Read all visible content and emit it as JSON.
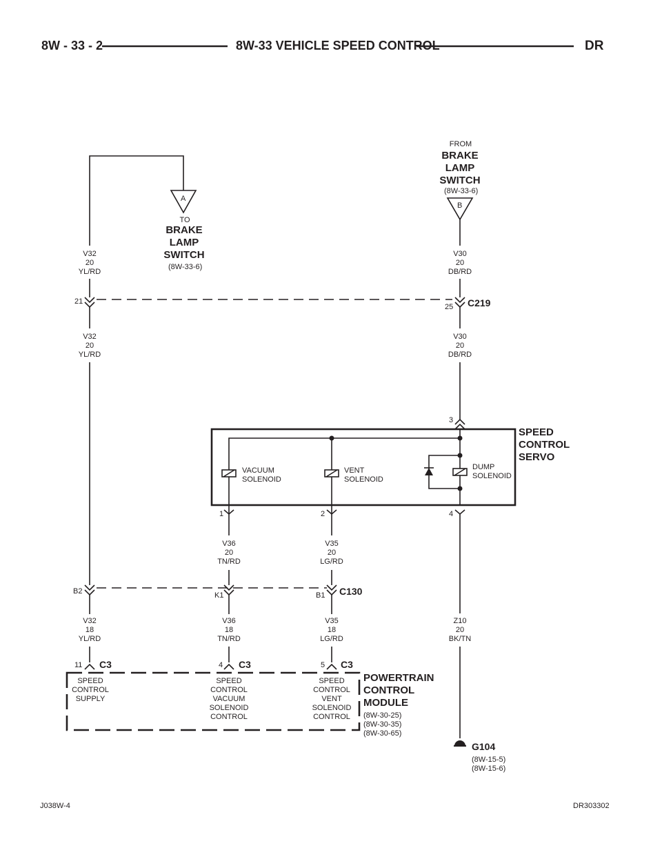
{
  "header": {
    "page_number": "8W - 33 - 2",
    "title": "8W-33 VEHICLE SPEED CONTROL",
    "brand_code": "DR"
  },
  "footer": {
    "left_code": "J038W-4",
    "right_code": "DR303302"
  },
  "brake_lamp_switch_to": {
    "connector": "A",
    "prefix": "TO",
    "name": [
      "BRAKE",
      "LAMP",
      "SWITCH"
    ],
    "ref": "(8W-33-6)"
  },
  "brake_lamp_switch_from": {
    "connector": "B",
    "prefix": "FROM",
    "name": [
      "BRAKE",
      "LAMP",
      "SWITCH"
    ],
    "ref": "(8W-33-6)"
  },
  "wires": {
    "v32_top": [
      "V32",
      "20",
      "YL/RD"
    ],
    "v32_mid": [
      "V32",
      "20",
      "YL/RD"
    ],
    "v32_bot": [
      "V32",
      "18",
      "YL/RD"
    ],
    "v30_top": [
      "V30",
      "20",
      "DB/RD"
    ],
    "v30_mid": [
      "V30",
      "20",
      "DB/RD"
    ],
    "v36_mid": [
      "V36",
      "20",
      "TN/RD"
    ],
    "v36_bot": [
      "V36",
      "18",
      "TN/RD"
    ],
    "v35_mid": [
      "V35",
      "20",
      "LG/RD"
    ],
    "v35_bot": [
      "V35",
      "18",
      "LG/RD"
    ],
    "z10": [
      "Z10",
      "20",
      "BK/TN"
    ]
  },
  "connectors": {
    "c219": {
      "name": "C219",
      "pin_left": "21",
      "pin_right": "25"
    },
    "c130": {
      "name": "C130",
      "pin_b2": "B2",
      "pin_k1": "K1",
      "pin_b1": "B1"
    },
    "c3": {
      "name": "C3",
      "pin_11": "11",
      "pin_4": "4",
      "pin_5": "5"
    }
  },
  "servo": {
    "name": [
      "SPEED",
      "CONTROL",
      "SERVO"
    ],
    "pin_top": "3",
    "pin_1": "1",
    "pin_2": "2",
    "pin_4": "4",
    "vacuum_solenoid": [
      "VACUUM",
      "SOLENOID"
    ],
    "vent_solenoid": [
      "VENT",
      "SOLENOID"
    ],
    "dump_solenoid": [
      "DUMP",
      "SOLENOID"
    ]
  },
  "pcm": {
    "name": [
      "POWERTRAIN",
      "CONTROL",
      "MODULE"
    ],
    "refs": [
      "(8W-30-25)",
      "(8W-30-35)",
      "(8W-30-65)"
    ],
    "supply_label": [
      "SPEED",
      "CONTROL",
      "SUPPLY"
    ],
    "vacuum_label": [
      "SPEED",
      "CONTROL",
      "VACUUM",
      "SOLENOID",
      "CONTROL"
    ],
    "vent_label": [
      "SPEED",
      "CONTROL",
      "VENT",
      "SOLENOID",
      "CONTROL"
    ]
  },
  "ground": {
    "name": "G104",
    "refs": [
      "(8W-15-5)",
      "(8W-15-6)"
    ]
  }
}
